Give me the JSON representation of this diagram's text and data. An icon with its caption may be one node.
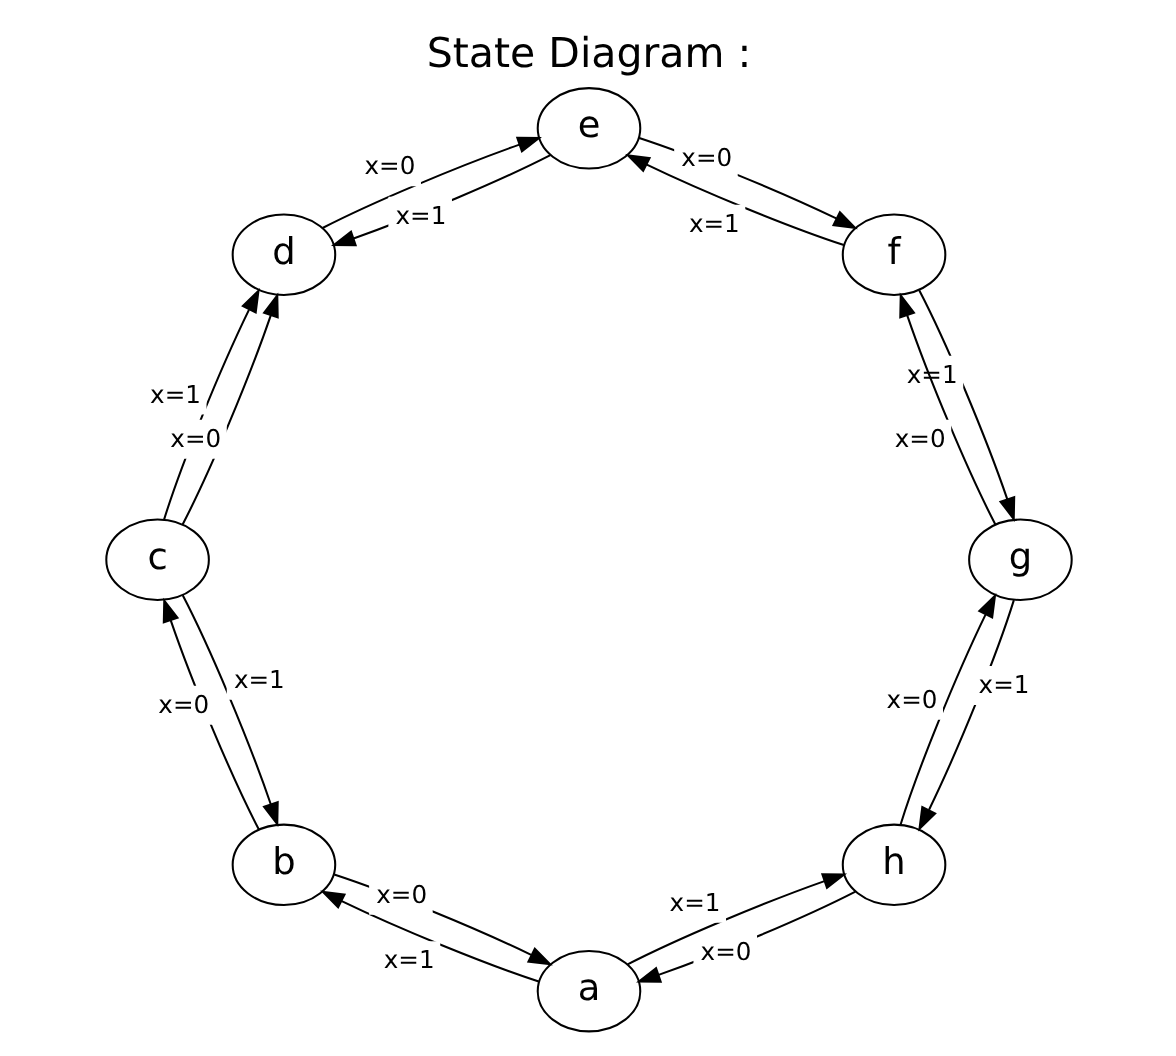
{
  "diagram": {
    "title": "State Diagram :",
    "nodes": [
      {
        "text": [
          "h"
        ]
      },
      {
        "text": [
          "a"
        ]
      },
      {
        "text": [
          "b"
        ]
      },
      {
        "text": [
          "c"
        ]
      },
      {
        "text": [
          "d"
        ]
      },
      {
        "text": [
          "e"
        ]
      },
      {
        "text": [
          "f"
        ]
      },
      {
        "text": [
          "g"
        ]
      }
    ],
    "edges": [
      {
        "from": 0,
        "to": 1,
        "arrow": "to",
        "label": "x=0"
      },
      {
        "from": 1,
        "to": 0,
        "arrow": "to",
        "label": "x=1"
      },
      {
        "from": 1,
        "to": 2,
        "arrow": "to",
        "label": "x=1"
      },
      {
        "from": 2,
        "to": 1,
        "arrow": "to",
        "label": "x=0"
      },
      {
        "from": 2,
        "to": 3,
        "arrow": "to",
        "label": "x=0"
      },
      {
        "from": 3,
        "to": 2,
        "arrow": "to",
        "label": "x=1"
      },
      {
        "from": 3,
        "to": 4,
        "arrow": "to",
        "label": "x=1"
      },
      {
        "from": 3,
        "to": 4,
        "arrow": "to",
        "label": "x=0"
      },
      {
        "from": 5,
        "to": 4,
        "arrow": "to",
        "label": "x=1"
      },
      {
        "from": 4,
        "to": 5,
        "arrow": "to",
        "label": "x=0"
      },
      {
        "from": 5,
        "to": 6,
        "arrow": "to",
        "label": "x=0"
      },
      {
        "from": 6,
        "to": 5,
        "arrow": "to",
        "label": "x=1"
      },
      {
        "from": 7,
        "to": 6,
        "arrow": "to",
        "label": "x=0"
      },
      {
        "from": 6,
        "to": 7,
        "arrow": "to",
        "label": "x=1"
      },
      {
        "from": 0,
        "to": 7,
        "arrow": "to",
        "label": "x=0"
      },
      {
        "from": 7,
        "to": 0,
        "arrow": "to",
        "label": "x=1"
      }
    ]
  }
}
